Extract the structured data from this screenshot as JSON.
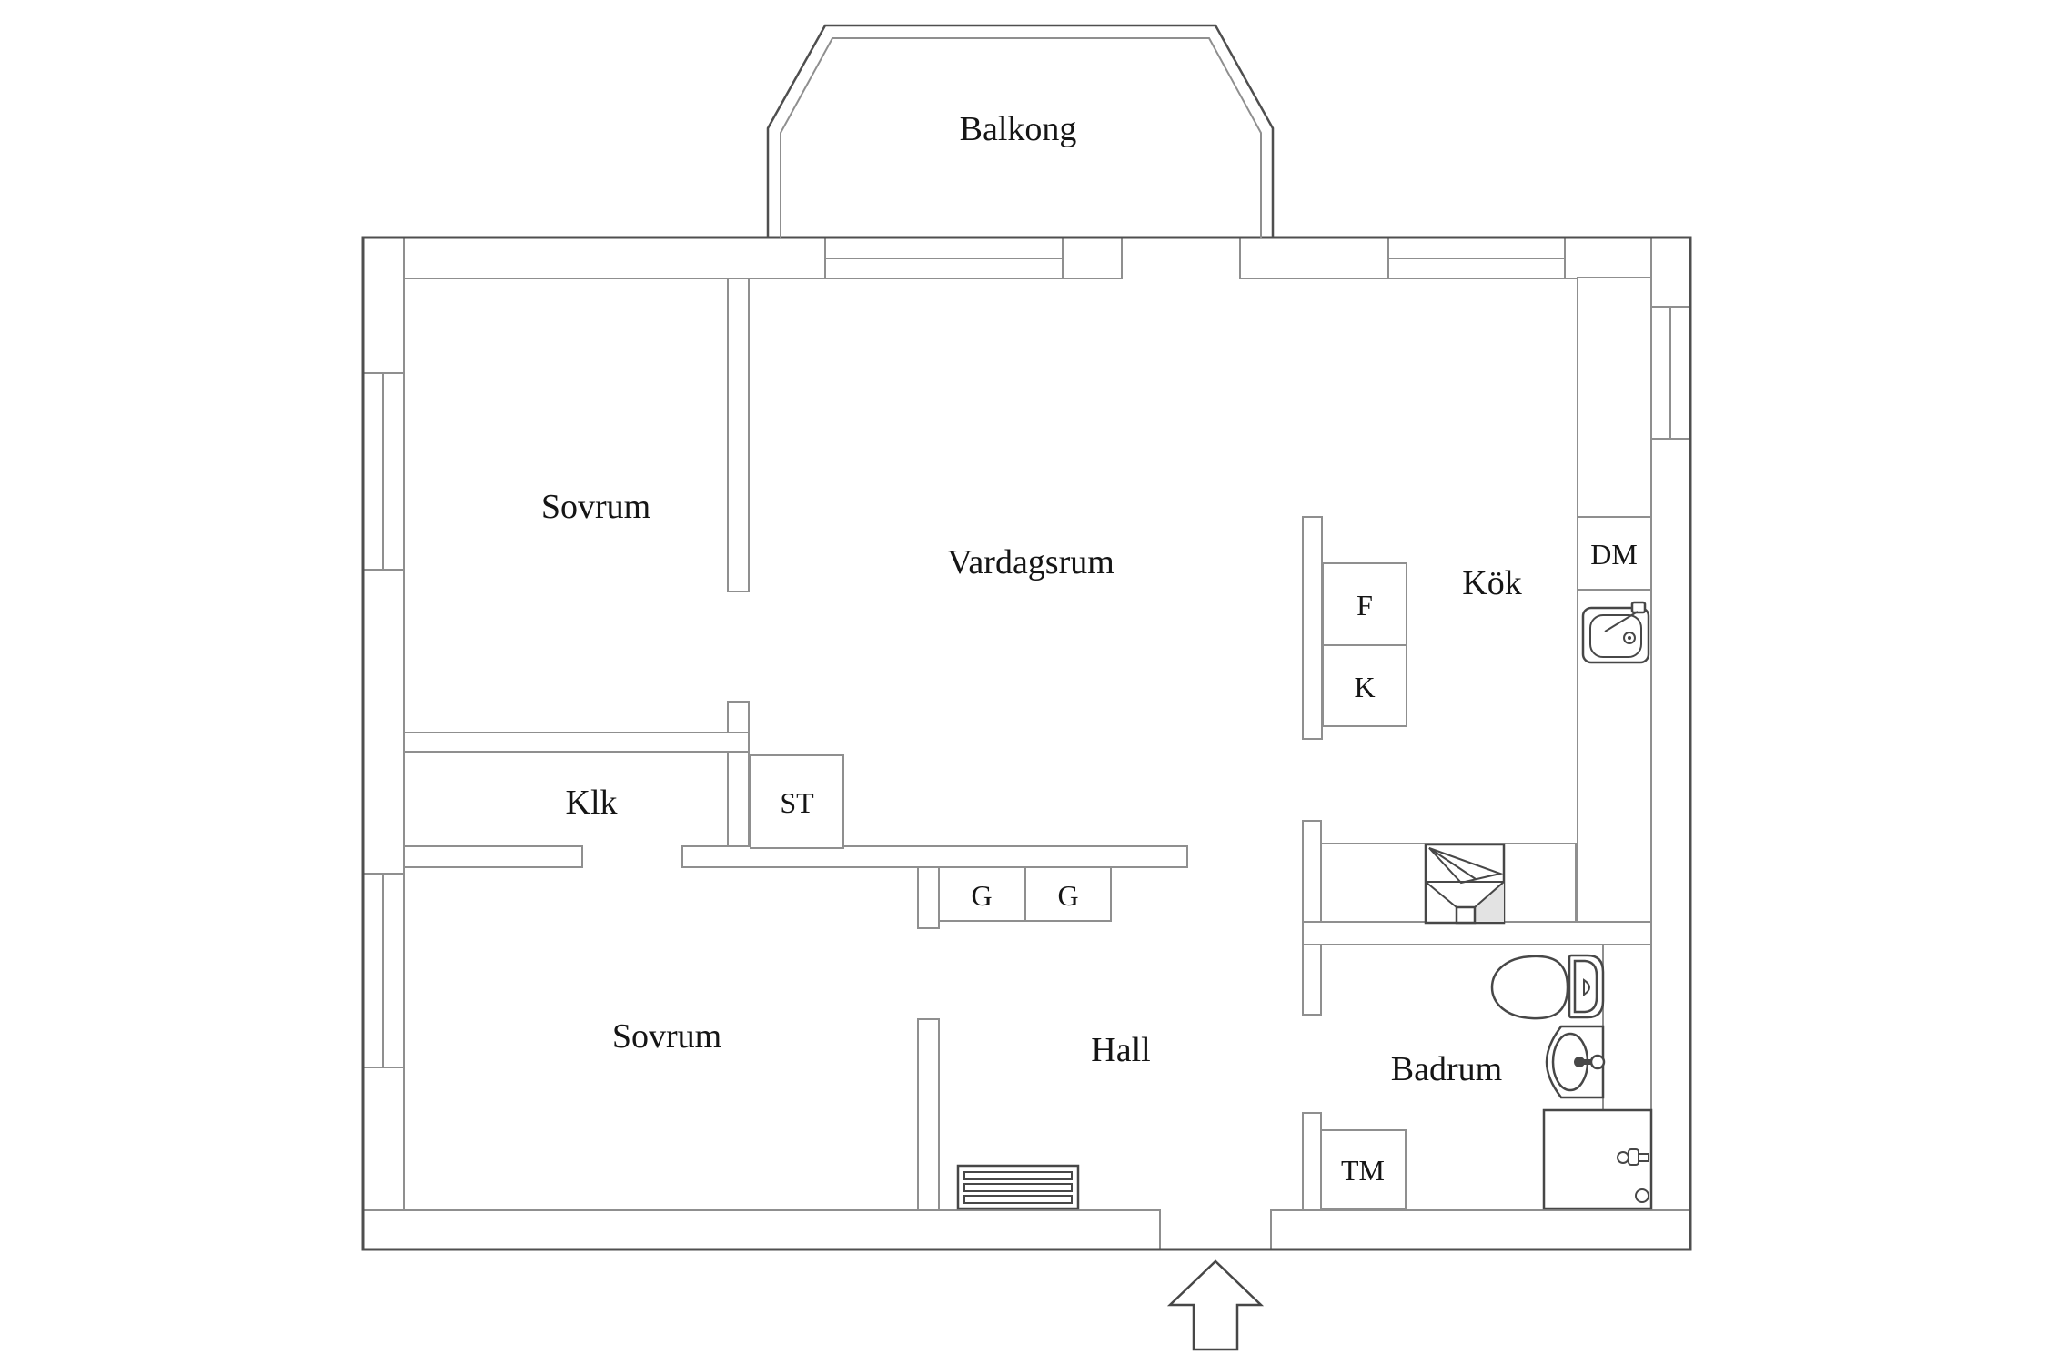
{
  "plan": {
    "type": "apartment-floorplan",
    "rooms": {
      "balkong": {
        "label": "Balkong"
      },
      "sovrum1": {
        "label": "Sovrum"
      },
      "vardagsrum": {
        "label": "Vardagsrum"
      },
      "kok": {
        "label": "Kök"
      },
      "klk": {
        "label": "Klk"
      },
      "st": {
        "label": "ST"
      },
      "sovrum2": {
        "label": "Sovrum"
      },
      "hall": {
        "label": "Hall"
      },
      "badrum": {
        "label": "Badrum"
      }
    },
    "fixtures": {
      "dm": {
        "label": "DM"
      },
      "f": {
        "label": "F"
      },
      "k": {
        "label": "K"
      },
      "g1": {
        "label": "G"
      },
      "g2": {
        "label": "G"
      },
      "tm": {
        "label": "TM"
      }
    }
  },
  "colors": {
    "background": "#ffffff",
    "wall": "#8f8f8f",
    "outer": "#4f4f4f",
    "fixture": "#474747",
    "shade": "#e3e3e3",
    "text": "#151515"
  }
}
